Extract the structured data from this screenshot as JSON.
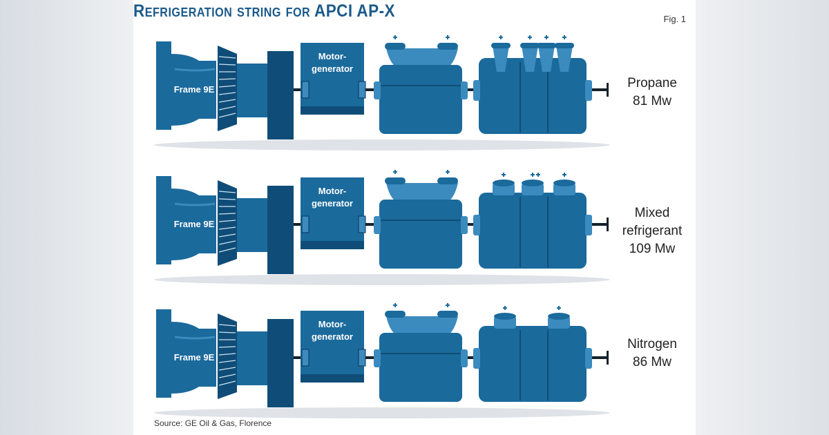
{
  "figure": {
    "title": "Refrigeration string for APCI AP-X",
    "fig_number": "Fig. 1",
    "source": "Source: GE Oil & Gas, Florence"
  },
  "rows": [
    {
      "turbine_label": "Frame 9E",
      "motor_label_1": "Motor-",
      "motor_label_2": "generator",
      "service_line_1": "Propane",
      "service_line_2": "81 Mw",
      "service_line_3": ""
    },
    {
      "turbine_label": "Frame 9E",
      "motor_label_1": "Motor-",
      "motor_label_2": "generator",
      "service_line_1": "Mixed",
      "service_line_2": "refrigerant",
      "service_line_3": "109 Mw"
    },
    {
      "turbine_label": "Frame 9E",
      "motor_label_1": "Motor-",
      "motor_label_2": "generator",
      "service_line_1": "Nitrogen",
      "service_line_2": "86 Mw",
      "service_line_3": ""
    }
  ],
  "colors": {
    "machine": "#1b6a9c",
    "machine_dark": "#0f4d78",
    "machine_light": "#3b8bbf",
    "shadow": "#bfc6cf"
  }
}
